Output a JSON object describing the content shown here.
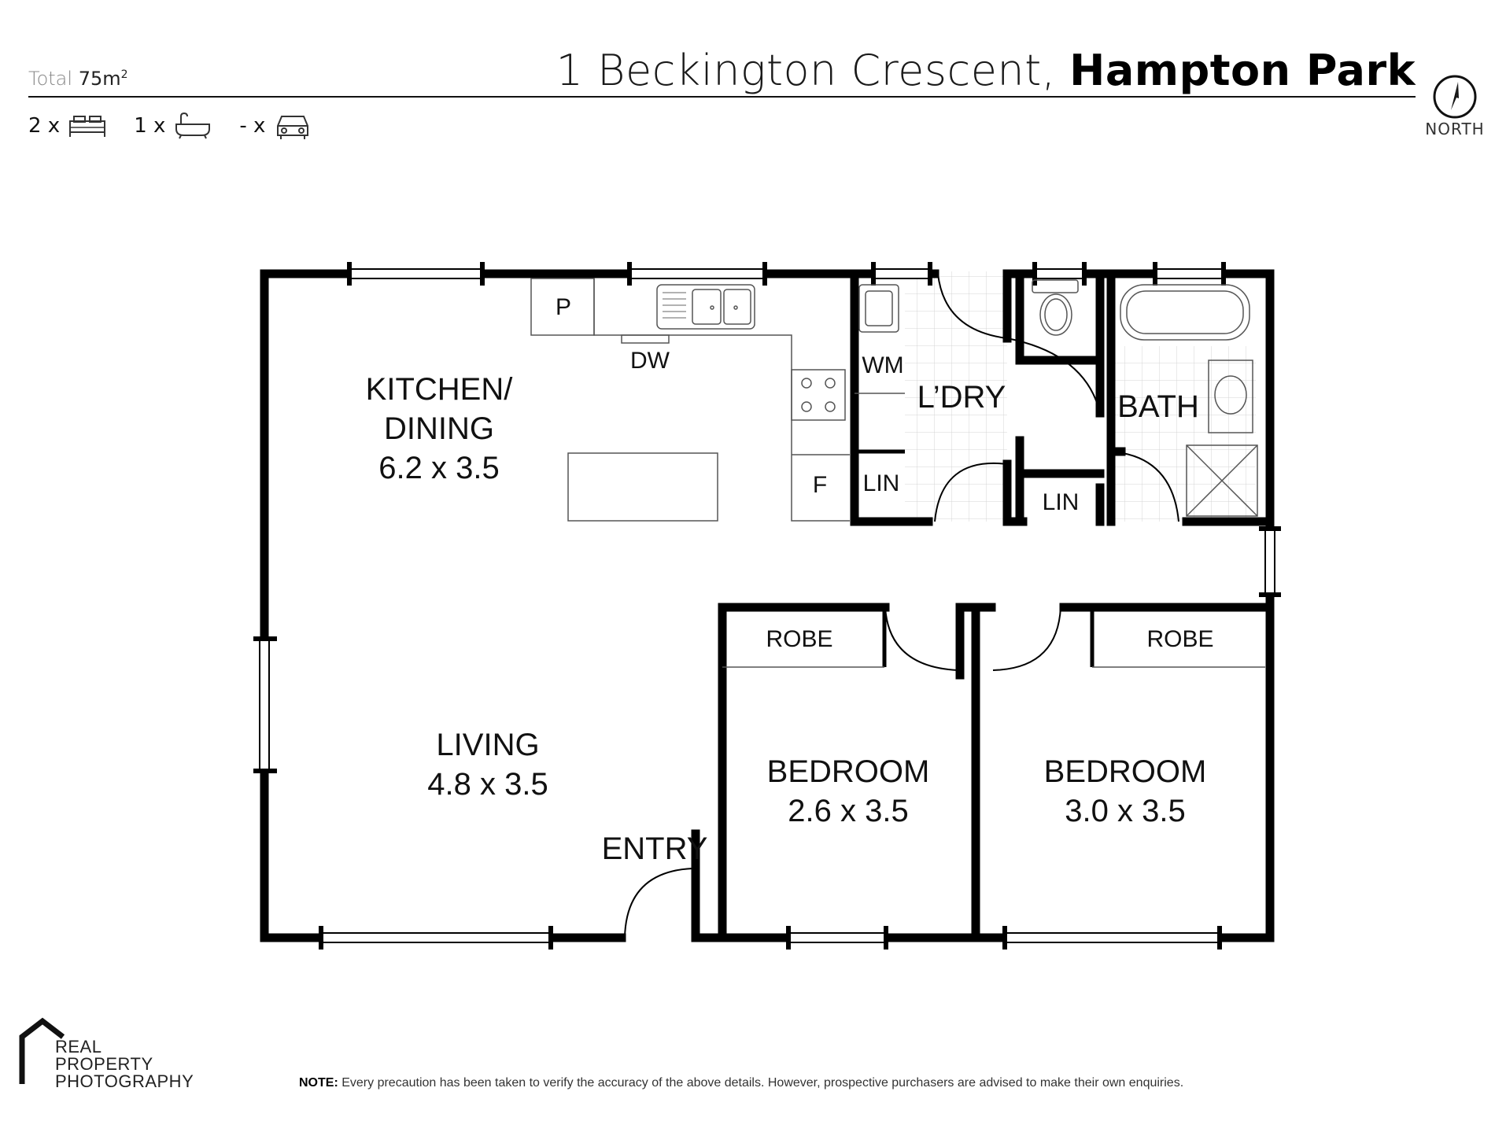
{
  "header": {
    "total_label": "Total",
    "total_value": "75m",
    "total_unit_sup": "2",
    "address_street": "1 Beckington Crescent,",
    "address_suburb": "Hampton Park",
    "north_label": "NORTH"
  },
  "features": [
    {
      "count": "2 x",
      "icon": "bed-icon"
    },
    {
      "count": "1 x",
      "icon": "bath-icon"
    },
    {
      "count": "- x",
      "icon": "car-icon"
    }
  ],
  "rooms": {
    "kitchen_name_1": "KITCHEN/",
    "kitchen_name_2": "DINING",
    "kitchen_size": "6.2 x 3.5",
    "living_name": "LIVING",
    "living_size": "4.8 x 3.5",
    "entry": "ENTRY",
    "bedroom1_name": "BEDROOM",
    "bedroom1_size": "2.6 x 3.5",
    "bedroom2_name": "BEDROOM",
    "bedroom2_size": "3.0 x 3.5",
    "robe1": "ROBE",
    "robe2": "ROBE",
    "laundry": "L’DRY",
    "bath": "BATH",
    "lin_kitchen": "LIN",
    "lin_hall": "LIN",
    "wm": "WM",
    "dw": "DW",
    "pantry": "P",
    "fridge": "F"
  },
  "footer": {
    "brand_line1": "REAL",
    "brand_line2": "PROPERTY",
    "brand_line3": "PHOTOGRAPHY",
    "note_label": "NOTE:",
    "note_text": " Every precaution has been taken to verify the accuracy of the above details. However, prospective purchasers are advised to make their own enquiries."
  }
}
